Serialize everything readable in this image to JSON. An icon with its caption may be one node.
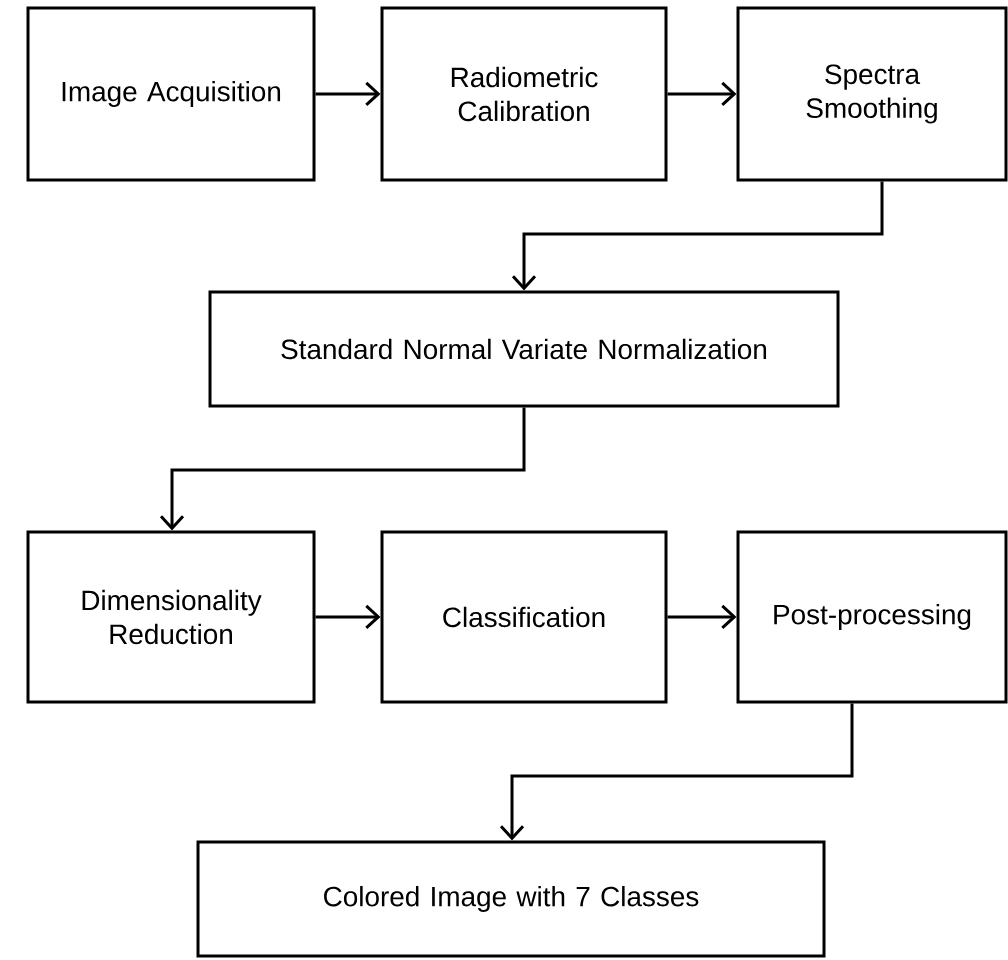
{
  "diagram": {
    "nodes": [
      {
        "text": [
          "Image Acquisition"
        ]
      },
      {
        "text": [
          "Radiometric Calibration"
        ]
      },
      {
        "text": [
          "Spectra Smoothing"
        ]
      },
      {
        "text": [
          "Standard Normal Variate Normalization"
        ]
      },
      {
        "text": [
          "Dimensionality Reduction"
        ]
      },
      {
        "text": [
          "Classification"
        ]
      },
      {
        "text": [
          "Post-processing"
        ]
      },
      {
        "text": [
          "Colored Image with 7 Classes"
        ]
      }
    ],
    "edges": [
      {
        "from": 0,
        "to": 1,
        "arrow": "to"
      },
      {
        "from": 1,
        "to": 2,
        "arrow": "to"
      },
      {
        "from": 2,
        "to": 3,
        "arrow": "to"
      },
      {
        "from": 3,
        "to": 4,
        "arrow": "to"
      },
      {
        "from": 4,
        "to": 5,
        "arrow": "to"
      },
      {
        "from": 5,
        "to": 6,
        "arrow": "to"
      },
      {
        "from": 6,
        "to": 7,
        "arrow": "to"
      }
    ]
  }
}
